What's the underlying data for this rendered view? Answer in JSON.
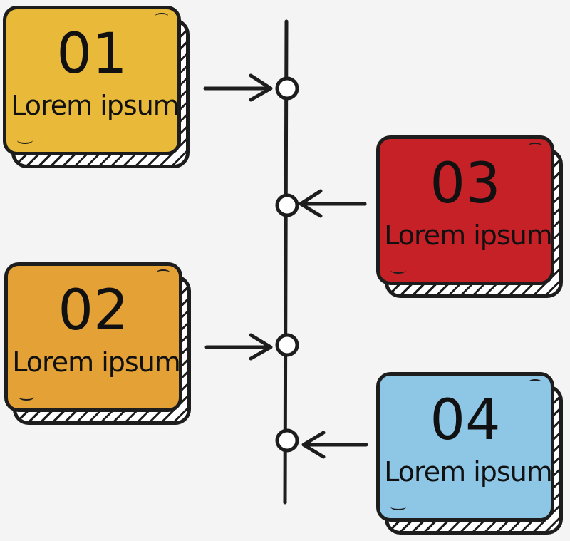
{
  "cards": [
    {
      "number": "01",
      "text": "Lorem ipsum",
      "color": "#e9ba3a"
    },
    {
      "number": "02",
      "text": "Lorem ipsum",
      "color": "#e3a136"
    },
    {
      "number": "03",
      "text": "Lorem ipsum",
      "color": "#c62127"
    },
    {
      "number": "04",
      "text": "Lorem ipsum",
      "color": "#8ec7e6"
    }
  ],
  "line_color": "#1d1d1d"
}
